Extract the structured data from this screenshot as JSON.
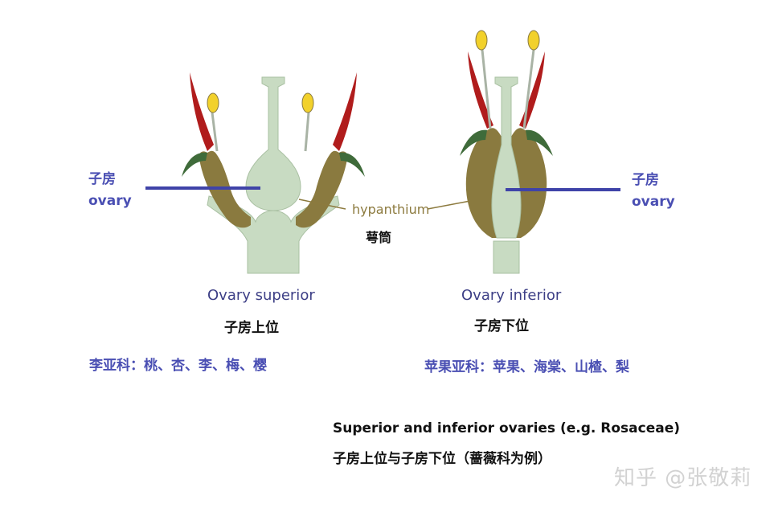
{
  "colors": {
    "stalk": "#c8dbc2",
    "stalk_outline": "#a9c0a2",
    "ovary_wall": "#8a7a3f",
    "petal": "#b01c1c",
    "sepal": "#3f6b3a",
    "anther": "#f2d12b",
    "filament": "#d9dfd6",
    "ovary_line": "#3f43a8",
    "leader_line": "#8c7a3e",
    "label_blue": "#4a4fb3"
  },
  "left_flower": {
    "ovary_cn": "子房",
    "ovary_en": "ovary",
    "caption_en": "Ovary superior",
    "caption_cn": "子房上位",
    "examples": "李亚科：桃、杏、李、梅、樱"
  },
  "right_flower": {
    "ovary_cn": "子房",
    "ovary_en": "ovary",
    "caption_en": "Ovary inferior",
    "caption_cn": "子房下位",
    "examples": "苹果亚科：苹果、海棠、山楂、梨"
  },
  "hypanthium": {
    "en": "hypanthium",
    "cn": "萼筒"
  },
  "figure_caption": {
    "en": "Superior and inferior ovaries (e.g. Rosaceae)",
    "cn": "子房上位与子房下位（蔷薇科为例）"
  },
  "watermark": "知乎 @张敬莉"
}
